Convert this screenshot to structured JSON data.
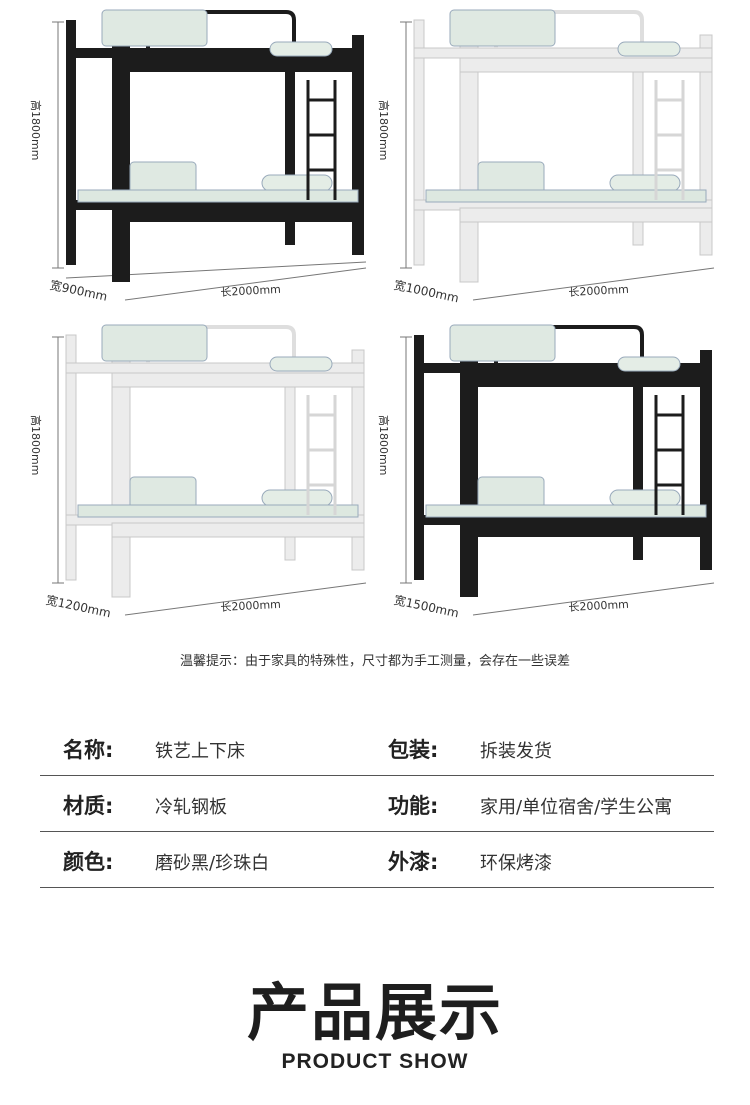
{
  "beds": [
    {
      "height_label": "高1800mm",
      "width_label": "宽900mm",
      "length_label": "长2000mm",
      "frame": "black"
    },
    {
      "height_label": "高1800mm",
      "width_label": "宽1000mm",
      "length_label": "长2000mm",
      "frame": "white"
    },
    {
      "height_label": "高1800mm",
      "width_label": "宽1200mm",
      "length_label": "长2000mm",
      "frame": "white"
    },
    {
      "height_label": "高1800mm",
      "width_label": "宽1500mm",
      "length_label": "长2000mm",
      "frame": "black"
    }
  ],
  "notice": "温馨提示：由于家具的特殊性，尺寸都为手工测量，会存在一些误差",
  "specs": [
    {
      "k1": "名称:",
      "v1": "铁艺上下床",
      "k2": "包装:",
      "v2": "拆装发货"
    },
    {
      "k1": "材质:",
      "v1": "冷轧钢板",
      "k2": "功能:",
      "v2": "家用/单位宿舍/学生公寓"
    },
    {
      "k1": "颜色:",
      "v1": "磨砂黑/珍珠白",
      "k2": "外漆:",
      "v2": "环保烤漆"
    }
  ],
  "section": {
    "title_cn": "产品展示",
    "title_en": "PRODUCT SHOW"
  },
  "colors": {
    "black_frame": "#1c1c1c",
    "white_frame": "#ececec",
    "mattress": "#dde8e0",
    "text": "#222222"
  }
}
